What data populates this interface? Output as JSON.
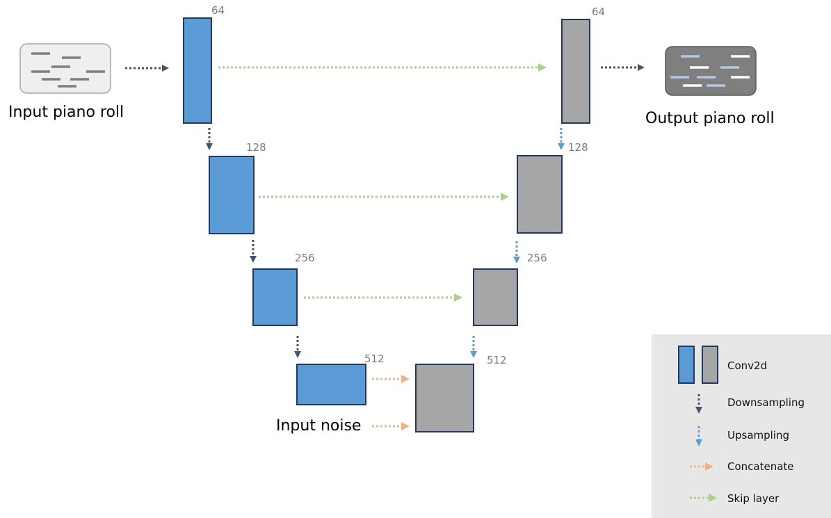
{
  "input_label": "Input piano roll",
  "output_label": "Output piano roll",
  "noise_label": "Input noise",
  "channels": {
    "c64": "64",
    "c128": "128",
    "c256": "256",
    "c512": "512"
  },
  "legend": {
    "conv2d": "Conv2d",
    "downsampling": "Downsampling",
    "upsampling": "Upsampling",
    "concatenate": "Concatenate",
    "skip": "Skip layer"
  },
  "colors": {
    "encoder": "#5b9bd5",
    "decoder": "#a6a6a6",
    "border": "#1f3864",
    "down_arrow": "#44546a",
    "up_arrow": "#5b9bd5",
    "concat_arrow": "#f4b183",
    "skip_arrow": "#a9d18e",
    "legend_bg": "#e7e7e7"
  }
}
